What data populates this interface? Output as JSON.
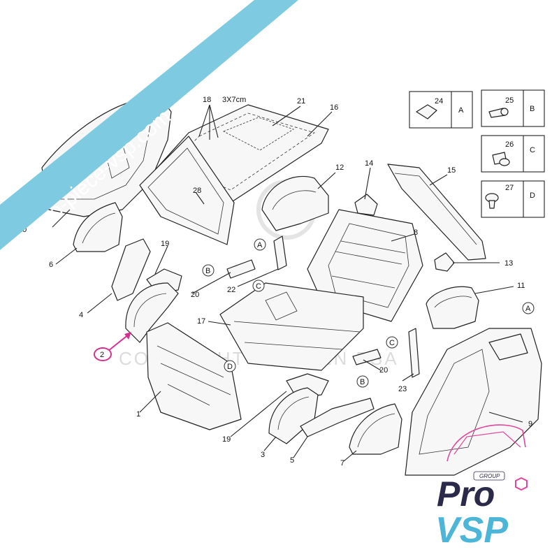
{
  "diagram": {
    "callouts": [
      {
        "id": "n1",
        "text": "1"
      },
      {
        "id": "n2",
        "text": "2"
      },
      {
        "id": "n3",
        "text": "3"
      },
      {
        "id": "n4",
        "text": "4"
      },
      {
        "id": "n5",
        "text": "5"
      },
      {
        "id": "n6",
        "text": "6"
      },
      {
        "id": "n7",
        "text": "7"
      },
      {
        "id": "n8",
        "text": "8"
      },
      {
        "id": "n9",
        "text": "9"
      },
      {
        "id": "n10",
        "text": "10"
      },
      {
        "id": "n11",
        "text": "11"
      },
      {
        "id": "n12",
        "text": "12"
      },
      {
        "id": "n13",
        "text": "13"
      },
      {
        "id": "n14",
        "text": "14"
      },
      {
        "id": "n15",
        "text": "15"
      },
      {
        "id": "n16",
        "text": "16"
      },
      {
        "id": "n17",
        "text": "17"
      },
      {
        "id": "n18",
        "text": "18"
      },
      {
        "id": "n19a",
        "text": "19"
      },
      {
        "id": "n19b",
        "text": "19"
      },
      {
        "id": "n20a",
        "text": "20"
      },
      {
        "id": "n20b",
        "text": "20"
      },
      {
        "id": "n21",
        "text": "21"
      },
      {
        "id": "n22",
        "text": "22"
      },
      {
        "id": "n23",
        "text": "23"
      },
      {
        "id": "n28",
        "text": "28"
      }
    ],
    "size_note": "3X7cm",
    "ref_letters": {
      "a": "A",
      "b": "B",
      "c": "C",
      "d": "D"
    },
    "fastener_boxes": [
      {
        "number": "24",
        "letter": "A"
      },
      {
        "number": "25",
        "letter": "B"
      },
      {
        "number": "26",
        "letter": "C"
      },
      {
        "number": "27",
        "letter": "D"
      }
    ],
    "highlighted_part": "2",
    "copyright_watermark": "COPYRIGHT CITROËN PSA"
  },
  "branding": {
    "banner_text": "pro-piece-vsp.com",
    "logo_tag": "GROUP",
    "logo_line1": "Pro",
    "logo_line2": "VSP",
    "colors": {
      "banner": "#7ecae0",
      "logo_dark": "#2b2a4a",
      "logo_blue": "#4db6d8",
      "logo_pink": "#e0469a",
      "highlight": "#d6318f"
    }
  }
}
